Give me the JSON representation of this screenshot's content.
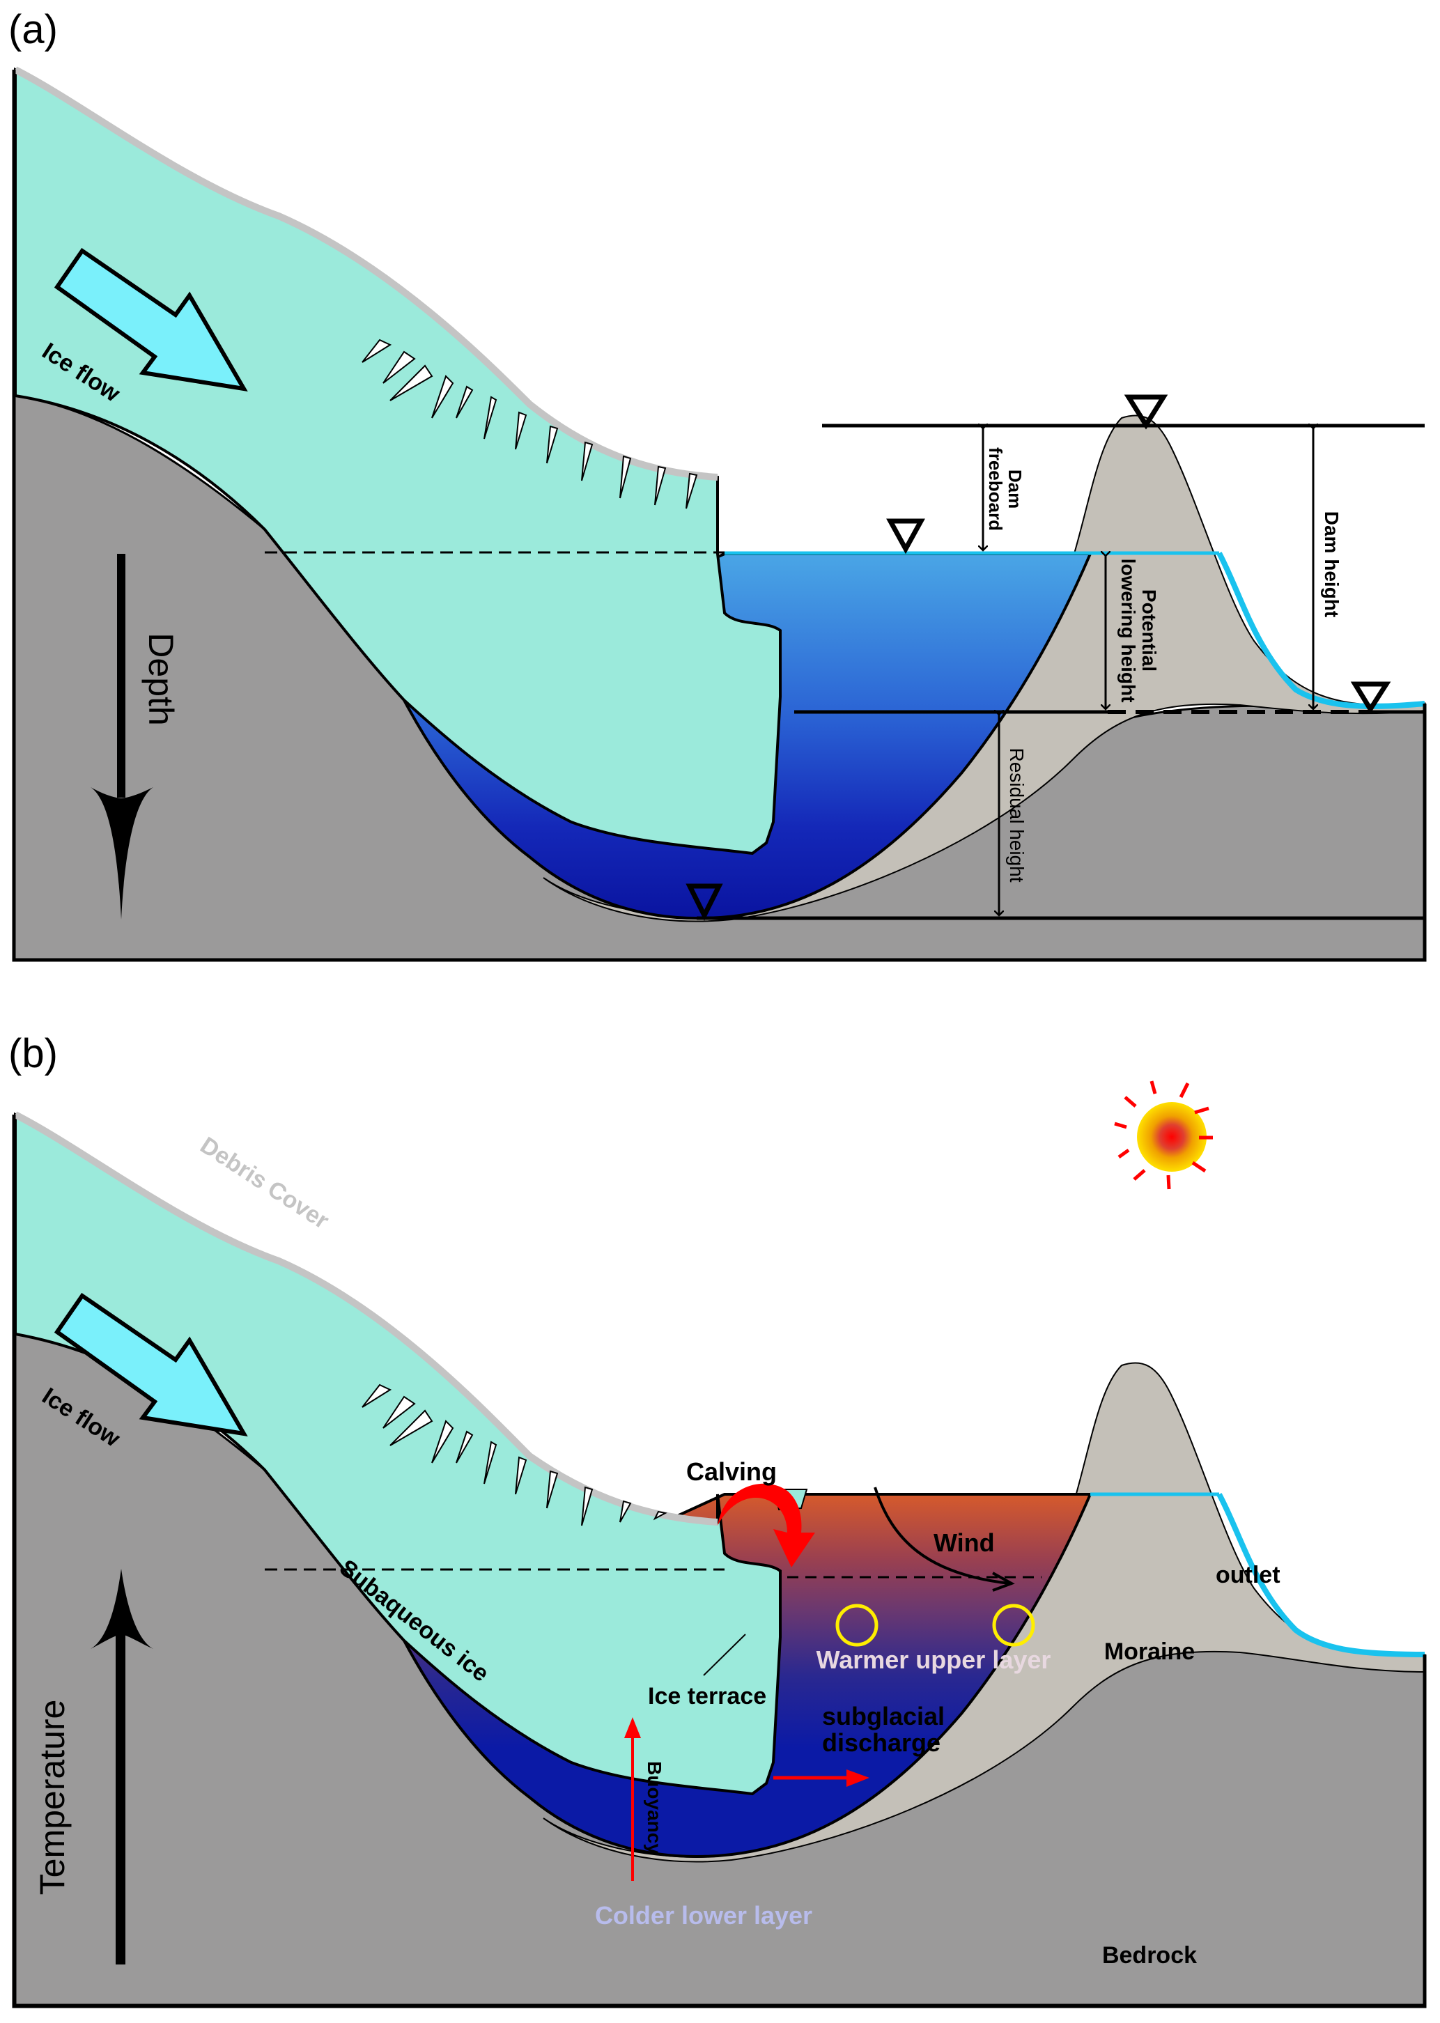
{
  "figure": {
    "panels": [
      {
        "id": "a",
        "label": "(a)",
        "labels": {
          "ice_flow": "Ice flow",
          "depth": "Depth",
          "dam_freeboard_1": "Dam",
          "dam_freeboard_2": "freeboard",
          "potential_lowering_1": "Potential",
          "potential_lowering_2": "lowering height",
          "residual_height": "Residual height",
          "dam_height": "Dam height"
        }
      },
      {
        "id": "b",
        "label": "(b)",
        "labels": {
          "debris_cover": "Debris Cover",
          "ice_flow": "Ice flow",
          "temperature": "Temperature",
          "subaqueous_ice": "Subaqueous ice",
          "calving": "Calving",
          "wind": "Wind",
          "outlet": "outlet",
          "warmer_upper_layer": "Warmer upper layer",
          "ice_terrace": "Ice terrace",
          "subglacial_1": "subglacial",
          "subglacial_2": "discharge",
          "buoyancy": "Buoyancy",
          "moraine": "Moraine",
          "colder_lower_layer": "Colder lower layer",
          "bedrock": "Bedrock"
        }
      }
    ],
    "colors": {
      "ice": "#9beadb",
      "bedrock": "#9b9a9a",
      "moraine": "#c4c0b8",
      "debris": "#c4c4c4",
      "lake_top": "#4aa6e6",
      "lake_bottom": "#0a18a8",
      "warm_top": "#d05a2e",
      "warm_mid": "#7a3a6a",
      "cold": "#0b1aa6",
      "water_line": "#19c2ee",
      "ice_flow_arrow": "#7af0fb",
      "calving_arrow": "#ff0000",
      "circulation": "#ffee00",
      "warm_label": "#e8d8e0",
      "cold_label": "#b8bcec",
      "debris_label": "#c4c4c4"
    },
    "icons": {
      "water_level_marker": "triangle-down",
      "sun": "sun-icon"
    }
  }
}
